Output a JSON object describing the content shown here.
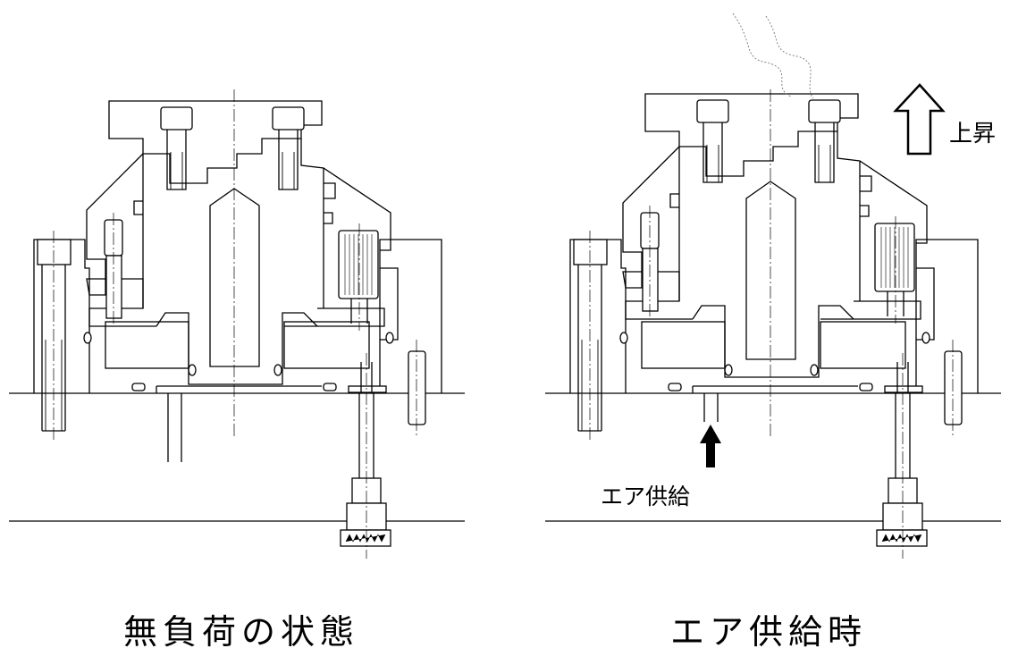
{
  "diagrams": [
    {
      "caption": "無負荷の状態"
    },
    {
      "caption": "エア供給時",
      "air_label": "エア供給",
      "lift_label": "上昇"
    }
  ]
}
